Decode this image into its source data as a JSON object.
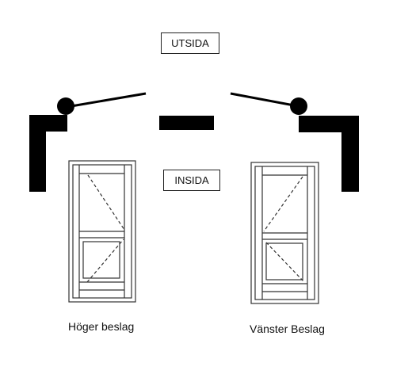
{
  "labels": {
    "outside": "UTSIDA",
    "inside": "INSIDA"
  },
  "doors": [
    {
      "caption": "Höger beslag"
    },
    {
      "caption": "Vänster Beslag"
    }
  ],
  "colors": {
    "ink": "#000000",
    "line": "#333333",
    "background": "#ffffff"
  }
}
